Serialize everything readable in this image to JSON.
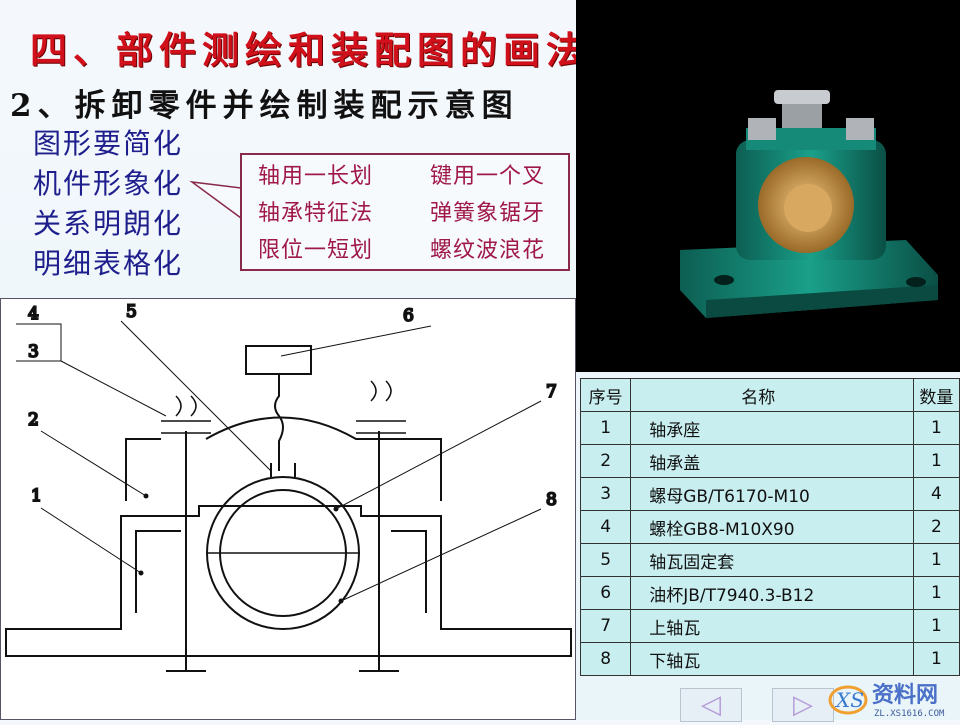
{
  "title": "四、部件测绘和装配图的画法",
  "subtitle": "2、拆卸零件并绘制装配示意图",
  "rules": [
    "图形要简化",
    "机件形象化",
    "关系明朗化",
    "明细表格化"
  ],
  "callout": [
    "轴用一长划",
    "键用一个叉",
    "轴承特征法",
    "弹簧象锯牙",
    "限位一短划",
    "螺纹波浪花"
  ],
  "drawing_labels": [
    "1",
    "2",
    "3",
    "4",
    "5",
    "6",
    "7",
    "8"
  ],
  "bom": {
    "headers": [
      "序号",
      "名称",
      "数量"
    ],
    "rows": [
      [
        "1",
        "轴承座",
        "1"
      ],
      [
        "2",
        "轴承盖",
        "1"
      ],
      [
        "3",
        "螺母GB/T6170-M10",
        "4"
      ],
      [
        "4",
        "螺栓GB8-M10X90",
        "2"
      ],
      [
        "5",
        "轴瓦固定套",
        "1"
      ],
      [
        "6",
        "油杯JB/T7940.3-B12",
        "1"
      ],
      [
        "7",
        "上轴瓦",
        "1"
      ],
      [
        "8",
        "下轴瓦",
        "1"
      ]
    ]
  },
  "nav": {
    "prev_icon": "triangle-left-icon",
    "next_icon": "triangle-right-icon"
  },
  "watermark": {
    "brand": "资料网",
    "site": "ZL.XS1616.COM"
  },
  "colors": {
    "title": "#d0101a",
    "rules": "#1e1e8c",
    "callout": "#a01848",
    "table_bg": "#c9eef0",
    "model_body": "#138a78",
    "bushing": "#c89a50"
  }
}
